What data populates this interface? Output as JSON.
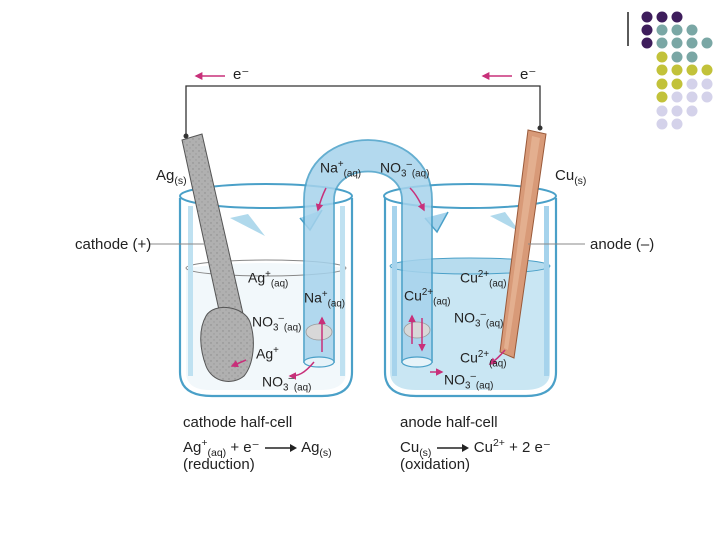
{
  "colors": {
    "beaker_outline": "#4aa0c8",
    "solution": "#c9e6f3",
    "salt_bridge": "#a6d3ec",
    "arrow": "#c8307a",
    "wire": "#333333",
    "silver_electrode": "#a9a9a9",
    "copper_electrode": "#d89a78",
    "dot_purple": "#3e1d5c",
    "dot_teal": "#7aa7a5",
    "dot_olive": "#c2c23a",
    "dot_lavender": "#d4d2ea"
  },
  "icons": [
    "electron-flow-arrow-icon",
    "decorative-dot-grid-icon"
  ],
  "labels": {
    "electron_left": "e⁻",
    "electron_right": "e⁻",
    "electrode_left": "Ag",
    "electrode_left_state": "(s)",
    "electrode_right": "Cu",
    "electrode_right_state": "(s)",
    "cathode_label": "cathode (+)",
    "anode_label": "anode (–)"
  },
  "ions": {
    "bridge_na": "Na",
    "bridge_na_charge": "+",
    "bridge_na_state": "(aq)",
    "bridge_no3": "NO",
    "bridge_no3_sub": "3",
    "bridge_no3_charge": "–",
    "bridge_no3_state": "(aq)",
    "left_ag": "Ag",
    "left_ag_charge": "+",
    "left_ag_state": "(aq)",
    "left_no3": "NO",
    "left_no3_sub": "3",
    "left_no3_charge": "–",
    "left_no3_state": "(aq)",
    "left_ag_low": "Ag",
    "left_ag_low_charge": "+",
    "left_no3_low": "NO",
    "left_no3_low_sub": "3",
    "left_no3_low_charge": "–",
    "left_no3_low_state": "(aq)",
    "left_tube_na": "Na",
    "left_tube_na_charge": "+",
    "left_tube_na_state": "(aq)",
    "right_cu_top": "Cu",
    "right_cu_top_charge": "2+",
    "right_cu_top_state": "(aq)",
    "right_tube_cu": "Cu",
    "right_tube_cu_charge": "2+",
    "right_tube_cu_state": "(aq)",
    "right_no3": "NO",
    "right_no3_sub": "3",
    "right_no3_charge": "–",
    "right_no3_state": "(aq)",
    "right_cu_low": "Cu",
    "right_cu_low_charge": "2+",
    "right_cu_low_state": "(aq)",
    "right_no3_low": "NO",
    "right_no3_low_sub": "3",
    "right_no3_low_charge": "–",
    "right_no3_low_state": "(aq)"
  },
  "captions": {
    "cathode_title": "cathode half-cell",
    "cathode_eq_ag": "Ag",
    "cathode_eq_ag_charge": "+",
    "cathode_eq_ag_state": "(aq)",
    "cathode_eq_plus_e": "+  e⁻",
    "cathode_eq_product": "Ag",
    "cathode_eq_product_state": "(s)",
    "cathode_type": "(reduction)",
    "anode_title": "anode half-cell",
    "anode_eq_cu": "Cu",
    "anode_eq_cu_state": "(s)",
    "anode_eq_product": "Cu",
    "anode_eq_product_charge": "2+",
    "anode_eq_plus_e": "+  2 e⁻",
    "anode_type": "(oxidation)"
  }
}
